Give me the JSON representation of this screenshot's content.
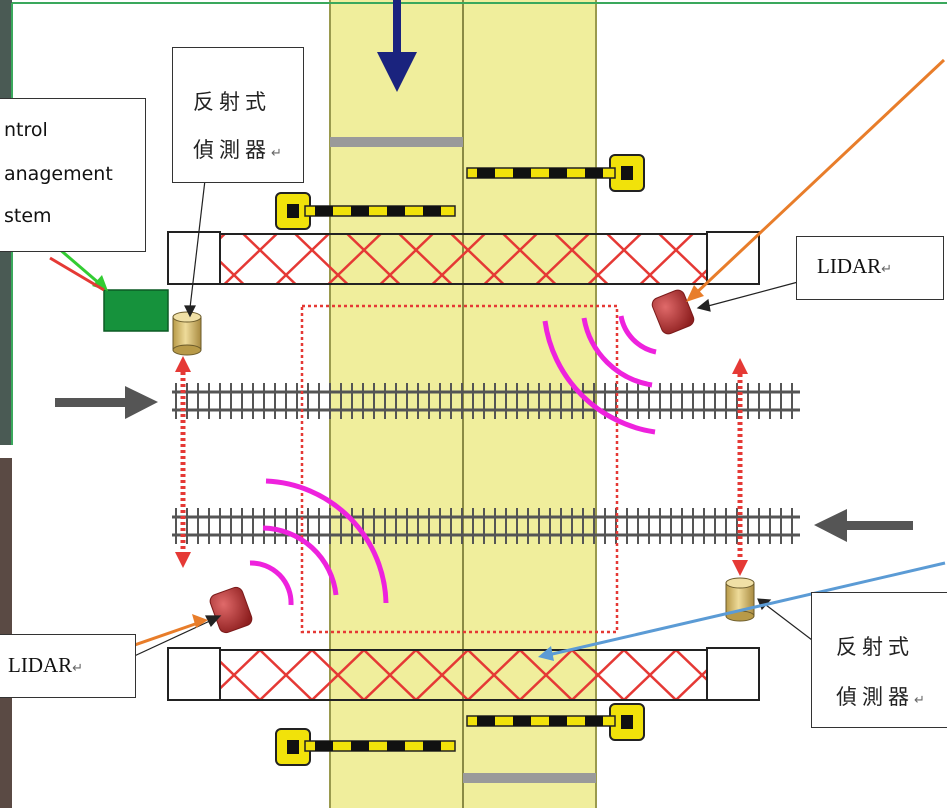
{
  "labels": {
    "control_box": [
      "ntrol",
      "anagement",
      "stem"
    ],
    "sensor_top": [
      "反射式",
      "偵測器"
    ],
    "sensor_bottom": [
      "反射式",
      "偵測器"
    ],
    "lidar_top": "LIDAR",
    "lidar_bottom": "LIDAR",
    "return_mark": "↵"
  },
  "colors": {
    "road": "#f0ee9c",
    "road_line": "#9a9a4e",
    "frame_green": "#3aa85c",
    "barrier_red": "#e53935",
    "detection_zone": "#e53935",
    "lidar_wave": "#ee22dd",
    "lidar_sensor": "#b82c2c",
    "reflective_sensor": "#d8c070",
    "controller": "#16923c",
    "arrow_orange": "#e87d2a",
    "arrow_blue": "#5b9bd5",
    "arrow_green": "#33cc33",
    "vehicle_arrow": "#1a237e",
    "train_arrow": "#555555",
    "gate_yellow": "#f1e20a"
  },
  "icons": [
    "train-track-icon",
    "gate-arm-icon",
    "lidar-sensor-icon",
    "reflective-sensor-icon",
    "controller-box-icon"
  ]
}
